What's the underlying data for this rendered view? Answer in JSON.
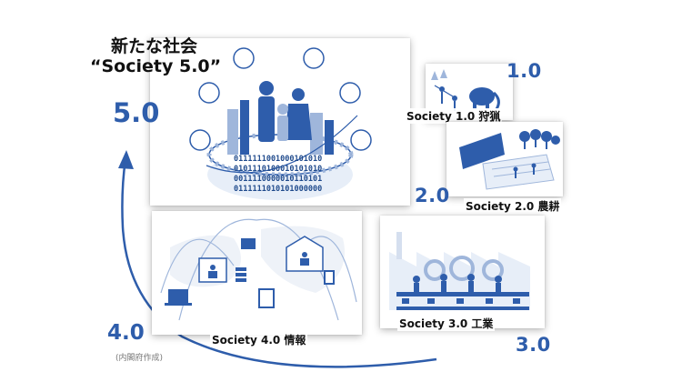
{
  "title": {
    "line1": "新たな社会",
    "line2": "“Society 5.0”"
  },
  "stages": [
    {
      "number": "1.0",
      "caption": "Society 1.0 狩猟"
    },
    {
      "number": "2.0",
      "caption": "Society 2.0 農耕"
    },
    {
      "number": "3.0",
      "caption": "Society 3.0 工業"
    },
    {
      "number": "4.0",
      "caption": "Society 4.0 情報"
    },
    {
      "number": "5.0",
      "caption": ""
    }
  ],
  "binary_lines": [
    "0111111001000101010",
    "0101110100010101010",
    "0011110000010110101",
    "0111111010101000000"
  ],
  "source": "(内閣府作成)",
  "colors": {
    "accent": "#2e5dab",
    "light_blue": "#9fb6db",
    "dark_blue": "#1f4a8c"
  }
}
